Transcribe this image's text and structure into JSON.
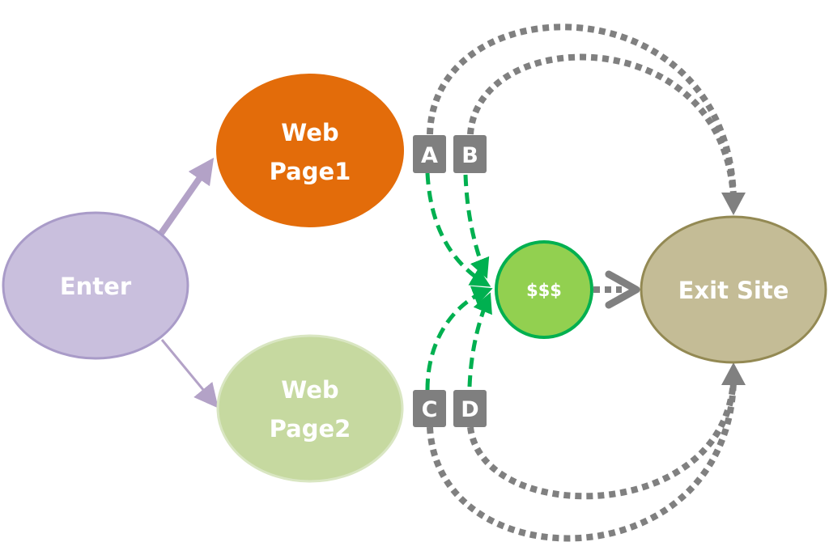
{
  "nodes": {
    "enter": {
      "label": "Enter",
      "fill": "#c9bfdd",
      "stroke": "#a99bc8"
    },
    "web_page1": {
      "line1": "Web",
      "line2": "Page1",
      "fill": "#e36c0a"
    },
    "web_page2": {
      "line1": "Web",
      "line2": "Page2",
      "fill": "#c6d9a0",
      "stroke": "#d9e6c2"
    },
    "conversion": {
      "label": "$$$",
      "fill": "#92d050",
      "stroke": "#00b050"
    },
    "exit_site": {
      "label": "Exit Site",
      "fill": "#c4bc96",
      "stroke": "#938953"
    }
  },
  "link_boxes": [
    {
      "label": "A"
    },
    {
      "label": "B"
    },
    {
      "label": "C"
    },
    {
      "label": "D"
    }
  ],
  "colors": {
    "box": "#7f7f7f",
    "exit_path": "#808080",
    "conversion_path": "#00b050",
    "enter_arrow": "#b3a2c7"
  }
}
